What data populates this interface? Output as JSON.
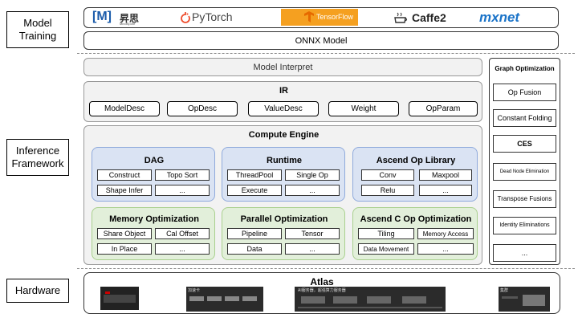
{
  "side_labels": {
    "training": "Model\nTraining",
    "inference": "Inference\nFramework",
    "hardware": "Hardware"
  },
  "frameworks": [
    {
      "name": "MindSpore",
      "text": "[M]",
      "sub": "昇思",
      "tiny": "MindSpore",
      "icon": "mindspore-logo"
    },
    {
      "name": "PyTorch",
      "text": "PyTorch",
      "icon": "pytorch-logo"
    },
    {
      "name": "TensorFlow",
      "text": "TensorFlow",
      "icon": "tensorflow-logo"
    },
    {
      "name": "Caffe2",
      "text": "Caffe2",
      "icon": "caffe2-logo"
    },
    {
      "name": "mxnet",
      "text": "mxnet",
      "icon": "mxnet-logo"
    }
  ],
  "onnx": "ONNX Model",
  "model_interpret": "Model Interpret",
  "ir": {
    "title": "IR",
    "items": [
      "ModelDesc",
      "OpDesc",
      "ValueDesc",
      "Weight",
      "OpParam"
    ]
  },
  "compute_engine": {
    "title": "Compute Engine",
    "dag": {
      "title": "DAG",
      "items": [
        "Construct",
        "Topo Sort",
        "Shape Infer",
        "..."
      ]
    },
    "runtime": {
      "title": "Runtime",
      "items": [
        "ThreadPool",
        "Single Op",
        "Execute",
        "..."
      ]
    },
    "ascend_lib": {
      "title": "Ascend Op Library",
      "items": [
        "Conv",
        "Maxpool",
        "Relu",
        "..."
      ]
    },
    "memory_opt": {
      "title": "Memory Optimization",
      "items": [
        "Share Object",
        "Cal Offset",
        "In Place",
        "..."
      ]
    },
    "parallel_opt": {
      "title": "Parallel Optimization",
      "items": [
        "Pipeline",
        "Tensor",
        "Data",
        "..."
      ]
    },
    "ascendc_opt": {
      "title": "Ascend C Op Optimization",
      "items": [
        "Tiling",
        "Memory Access",
        "Data Movement",
        "..."
      ]
    }
  },
  "graph_optimization": {
    "title": "Graph Optimization",
    "items": [
      "Op Fusion",
      "Constant Folding",
      "CES",
      "Dead Node Elimination",
      "Transpose Fusions",
      "Identity Eliminations",
      "..."
    ]
  },
  "hardware": {
    "title": "Atlas",
    "card1_header": "加速卡",
    "card2_header": "AI服务器，超强算力服务器",
    "card3_header": "集群"
  },
  "colors": {
    "blue_panel": "#dae3f3",
    "green_panel": "#e2efda",
    "tensorflow_orange": "#f5a020",
    "pytorch_red": "#ee4c2c",
    "mxnet_blue": "#1a73c8"
  }
}
